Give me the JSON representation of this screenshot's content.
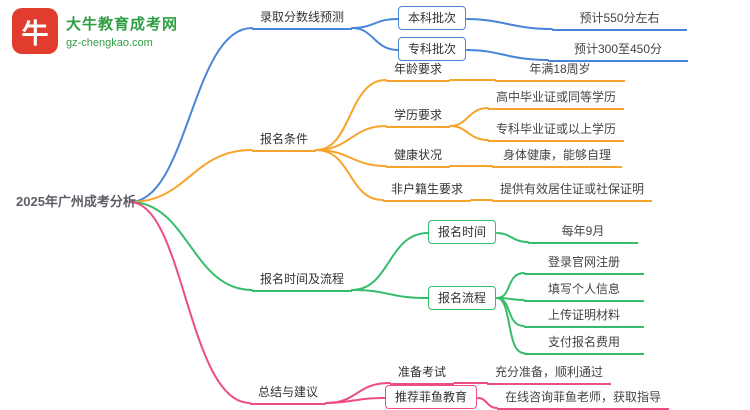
{
  "logo": {
    "icon": "bull-icon",
    "icon_glyph": "牛",
    "site_name": "大牛教育成考网",
    "site_url": "gz-chengkao.com",
    "icon_color": "#e23c2e",
    "text_color": "#2f9e44"
  },
  "root": {
    "label": "2025年广州成考分析"
  },
  "branches": [
    {
      "label": "录取分数线预测",
      "color": "#4a86d8",
      "children": [
        {
          "label": "本科批次",
          "values": [
            "预计550分左右"
          ]
        },
        {
          "label": "专科批次",
          "values": [
            "预计300至450分"
          ]
        }
      ]
    },
    {
      "label": "报名条件",
      "color": "#f7a42c",
      "children": [
        {
          "label": "年龄要求",
          "values": [
            "年满18周岁"
          ]
        },
        {
          "label": "学历要求",
          "values": [
            "高中毕业证或同等学历",
            "专科毕业证或以上学历"
          ]
        },
        {
          "label": "健康状况",
          "values": [
            "身体健康，能够自理"
          ]
        },
        {
          "label": "非户籍生要求",
          "values": [
            "提供有效居住证或社保证明"
          ]
        }
      ]
    },
    {
      "label": "报名时间及流程",
      "color": "#36bd6c",
      "children": [
        {
          "label": "报名时间",
          "values": [
            "每年9月"
          ]
        },
        {
          "label": "报名流程",
          "values": [
            "登录官网注册",
            "填写个人信息",
            "上传证明材料",
            "支付报名费用"
          ]
        }
      ]
    },
    {
      "label": "总结与建议",
      "color": "#ec4d83",
      "children": [
        {
          "label": "准备考试",
          "values": [
            "充分准备，顺利通过"
          ]
        },
        {
          "label": "推荐菲鱼教育",
          "values": [
            "在线咨询菲鱼老师，获取指导"
          ]
        }
      ]
    }
  ]
}
